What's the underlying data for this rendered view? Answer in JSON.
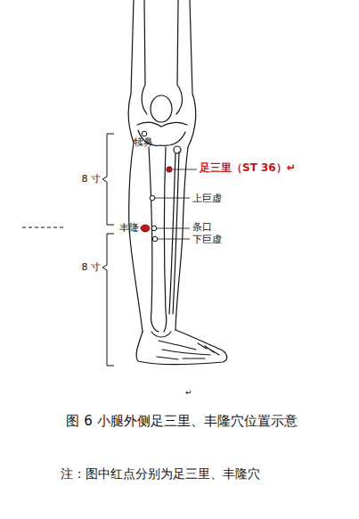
{
  "diagram": {
    "caption": "图 6 小腿外侧足三里、丰隆穴位置示意",
    "labels": [
      "8 寸",
      "犊鼻",
      "足三里（ST 36）↵",
      "上巨虚",
      "丰隆",
      "条口",
      "下巨虚",
      "8 寸",
      "↵",
      "注：图中红点分别为足三里、丰隆穴"
    ]
  }
}
